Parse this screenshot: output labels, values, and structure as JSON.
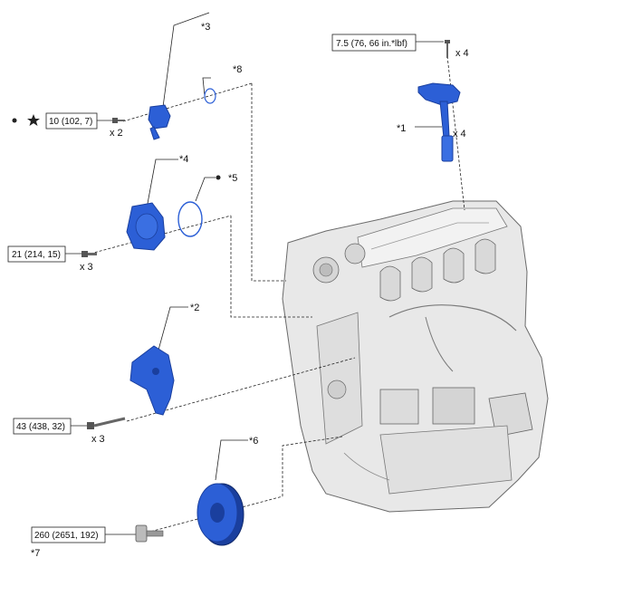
{
  "callouts": {
    "c1": "*1",
    "c2": "*2",
    "c3": "*3",
    "c4": "*4",
    "c5": "*5",
    "c6": "*6",
    "c7": "*7",
    "c8": "*8"
  },
  "torques": {
    "t_coil": "7.5 (76, 66 in.*lbf)",
    "t_cam": "10 (102, 7)",
    "t_pump": "21 (214, 15)",
    "t_bracket": "43 (438, 32)",
    "t_pulley": "260 (2651, 192)"
  },
  "quantities": {
    "q_coil_bolt": "x 4",
    "q_coil": "x 4",
    "q_cam": "x 2",
    "q_pump": "x 3",
    "q_bracket": "x 3"
  },
  "colors": {
    "part_blue": "#2c5fd6",
    "part_blue_dark": "#1a3f9e",
    "engine_gray": "#e6e6e6",
    "line": "#222222"
  },
  "icons": {
    "dot": "bullet-dot-icon",
    "star": "star-icon"
  }
}
